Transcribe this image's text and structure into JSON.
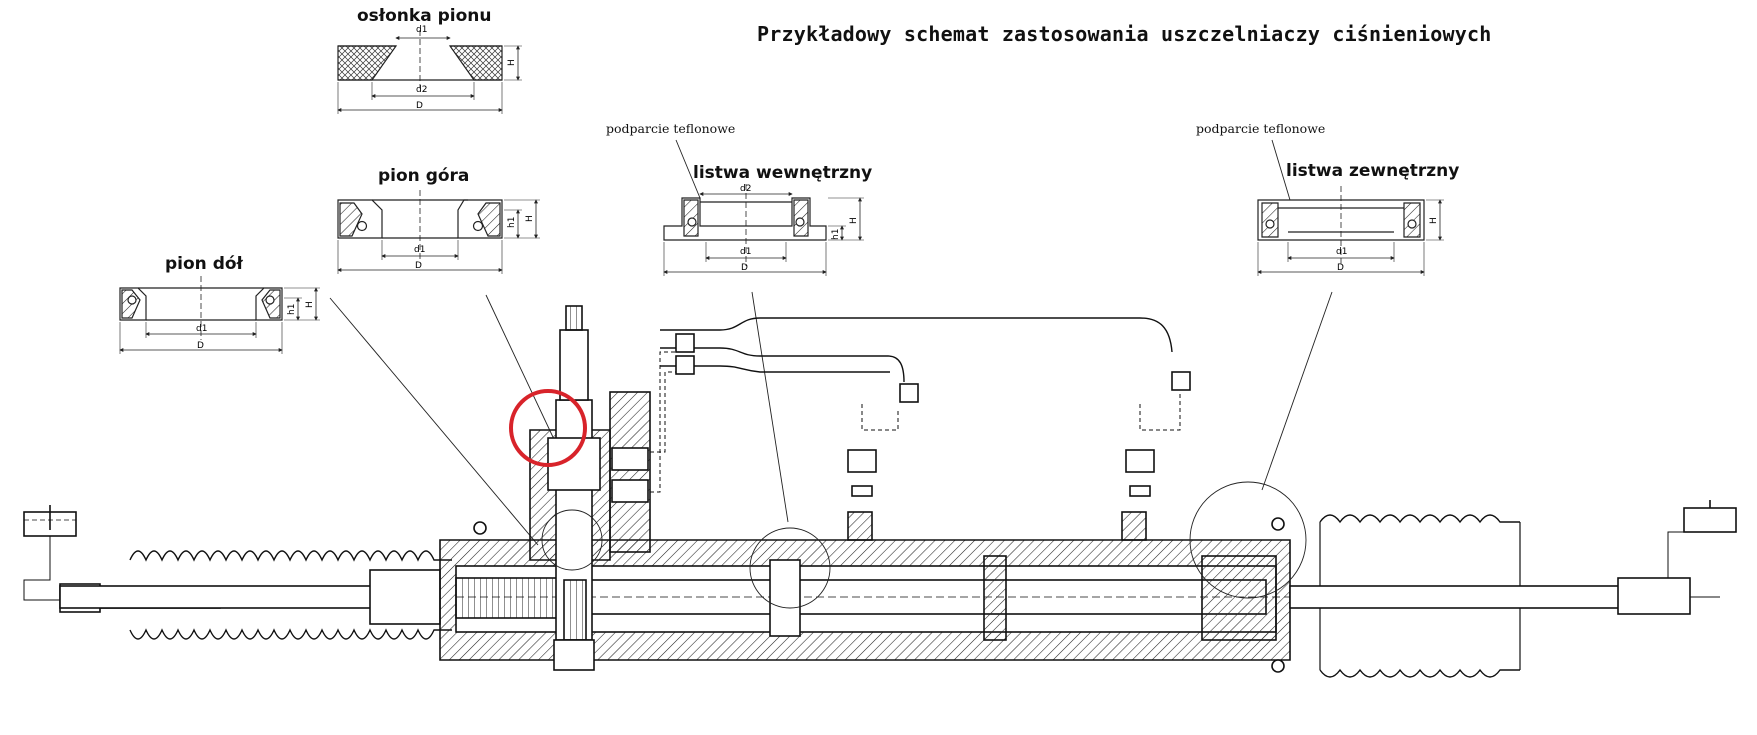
{
  "title": "Przykładowy schemat zastosowania uszczelniaczy ciśnieniowych",
  "seals": {
    "oslonka": {
      "title": "osłonka pionu",
      "dims": {
        "d1": "d1",
        "d2": "d2",
        "D": "D",
        "H": "H"
      }
    },
    "pion_gora": {
      "title": "pion góra",
      "dims": {
        "d1": "d1",
        "D": "D",
        "h1": "h1",
        "H": "H"
      }
    },
    "pion_dol": {
      "title": "pion dół",
      "dims": {
        "d1": "d1",
        "D": "D",
        "h1": "h1",
        "H": "H"
      }
    },
    "listwa_wew": {
      "title": "listwa wewnętrzny",
      "dims": {
        "d1": "d1",
        "d2": "d2",
        "D": "D",
        "h1": "h1",
        "H": "H"
      }
    },
    "listwa_zew": {
      "title": "listwa zewnętrzny",
      "dims": {
        "d1": "d1",
        "D": "D",
        "H": "H"
      }
    }
  },
  "notes": {
    "teflon_left": "podparcie teflonowe",
    "teflon_right": "podparcie teflonowe"
  },
  "highlight_color": "#d8232a"
}
